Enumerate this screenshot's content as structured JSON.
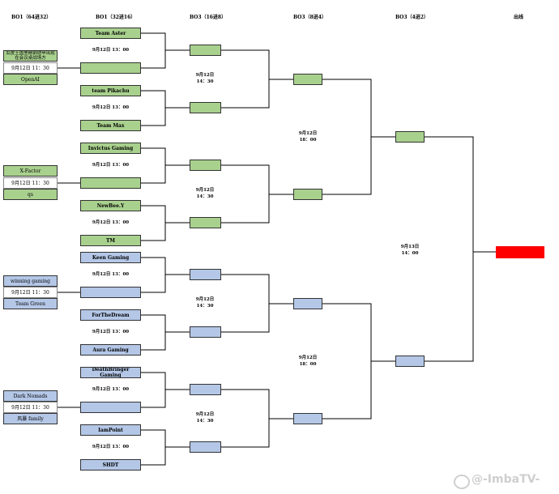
{
  "headers": {
    "r64": "BO1（64进32）",
    "r32": "BO1（32进16）",
    "r16": "BO3（16进8）",
    "r8": "BO3（8进4）",
    "r4": "BO3（4进2）",
    "out": "出线"
  },
  "r64": {
    "t1": "瓜皮王国里精钢铠甲出现在会议桌战场方",
    "t2": "OpenAI",
    "t3": "X-Factor",
    "t4": "qs",
    "t5": "winning gaming",
    "t6": "Team Green",
    "t7": "Dark Nomads",
    "t8": "风暴 family",
    "time": "9月12日 11：30"
  },
  "r32": {
    "t1": "Team Aster",
    "t2": "team Pikachu",
    "t3": "Team Max",
    "t4": "Invictus Gaming",
    "t5": "NewBee.Y",
    "t6": "TM",
    "t7": "Keen Gaming",
    "t8": "ForTheDream",
    "t9": "Aura Gaming",
    "t10": "DeathBringer Gaming",
    "t11": "IamPoint",
    "t12": "SHDT",
    "time": "9月12日 13：00"
  },
  "r16": {
    "date": "9月12日",
    "time": "14：30"
  },
  "r8": {
    "date": "9月12日",
    "time": "18：00"
  },
  "r4": {
    "date": "9月13日",
    "time": "14：00"
  },
  "colors": {
    "green": "#a9d18e",
    "blue": "#b4c7e7",
    "winner": "#ff0000",
    "line": "#000000"
  },
  "watermark": {
    "text": "@-ImbaTV-",
    "icon": "weibo-icon"
  }
}
